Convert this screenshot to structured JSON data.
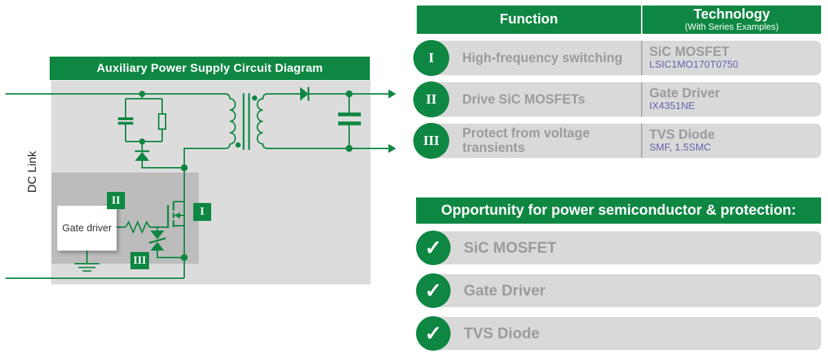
{
  "colors": {
    "green": "#0e8742",
    "row_gray": "#d9d9d9",
    "dark_gray": "#bcbcbc",
    "light_gray": "#dcdcdc",
    "text_gray": "#9b9b9b",
    "part_number_blue": "#6464ae"
  },
  "diagram": {
    "title": "Auxiliary Power Supply Circuit Diagram",
    "dc_link_label": "DC Link",
    "gate_driver_label": "Gate driver",
    "markers": {
      "mosfet": "I",
      "gate_driver": "II",
      "tvs": "III"
    }
  },
  "table": {
    "header": {
      "function": "Function",
      "technology": "Technology",
      "technology_sub": "(With Series Examples)"
    },
    "rows": [
      {
        "numeral": "I",
        "function": "High-frequency switching",
        "technology": "SiC MOSFET",
        "series": "LSIC1MO170T0750"
      },
      {
        "numeral": "II",
        "function": "Drive SiC MOSFETs",
        "technology": "Gate Driver",
        "series": "IX4351NE"
      },
      {
        "numeral": "III",
        "function": "Protect from voltage transients",
        "technology": "TVS Diode",
        "series": "SMF, 1.5SMC"
      }
    ]
  },
  "opportunity": {
    "title": "Opportunity for power semiconductor & protection:",
    "check_icon": "✓",
    "items": [
      {
        "label": "SiC MOSFET"
      },
      {
        "label": "Gate Driver"
      },
      {
        "label": "TVS Diode"
      }
    ]
  }
}
